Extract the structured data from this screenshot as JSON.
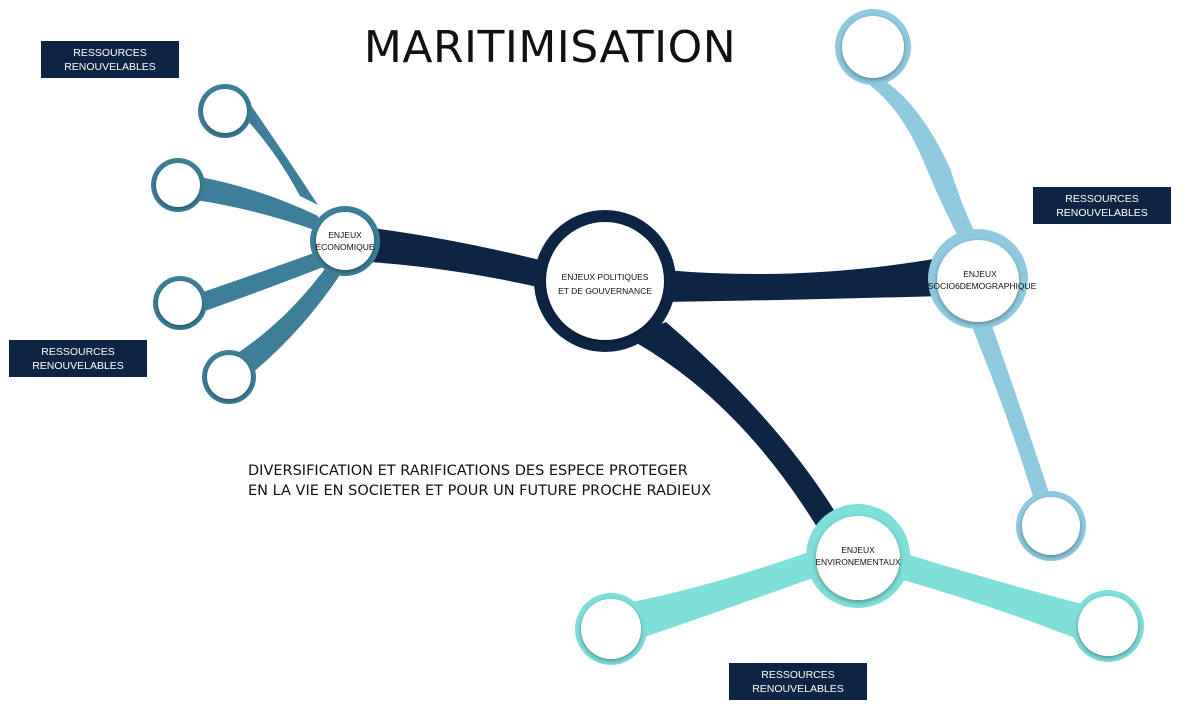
{
  "title": "MARITIMISATION",
  "caption": {
    "line1": "DIVERSIFICATION ET RARIFICATIONS DES ESPECE PROTEGER",
    "line2": "EN LA VIE EN SOCIETER ET POUR UN FUTURE PROCHE RADIEUX"
  },
  "labels": [
    {
      "line1": "RESSOURCES",
      "line2": "RENOUVELABLES"
    },
    {
      "line1": "RESSOURCES",
      "line2": "RENOUVELABLES"
    },
    {
      "line1": "RESSOURCES",
      "line2": "RENOUVELABLES"
    },
    {
      "line1": "RESSOURCES",
      "line2": "RENOUVELABLES"
    }
  ],
  "nodes": {
    "center": {
      "line1": "ENJEUX POLITIQUES",
      "line2": "ET DE GOUVERNANCE"
    },
    "economique": {
      "line1": "ENJEUX",
      "line2": "ÉCONOMIQUE"
    },
    "sociodemo": {
      "line1": "ENJEUX",
      "line2": "SOCIO6DEMOGRAPHIQUE"
    },
    "environ": {
      "line1": "ENJEUX",
      "line2": "ENVIRONEMENTAUX"
    }
  },
  "colors": {
    "navy": "#0e2445",
    "teal_dark": "#3d7f98",
    "sky": "#8ecae0",
    "aqua": "#7fdfd9",
    "node_fill": "#ffffff"
  }
}
